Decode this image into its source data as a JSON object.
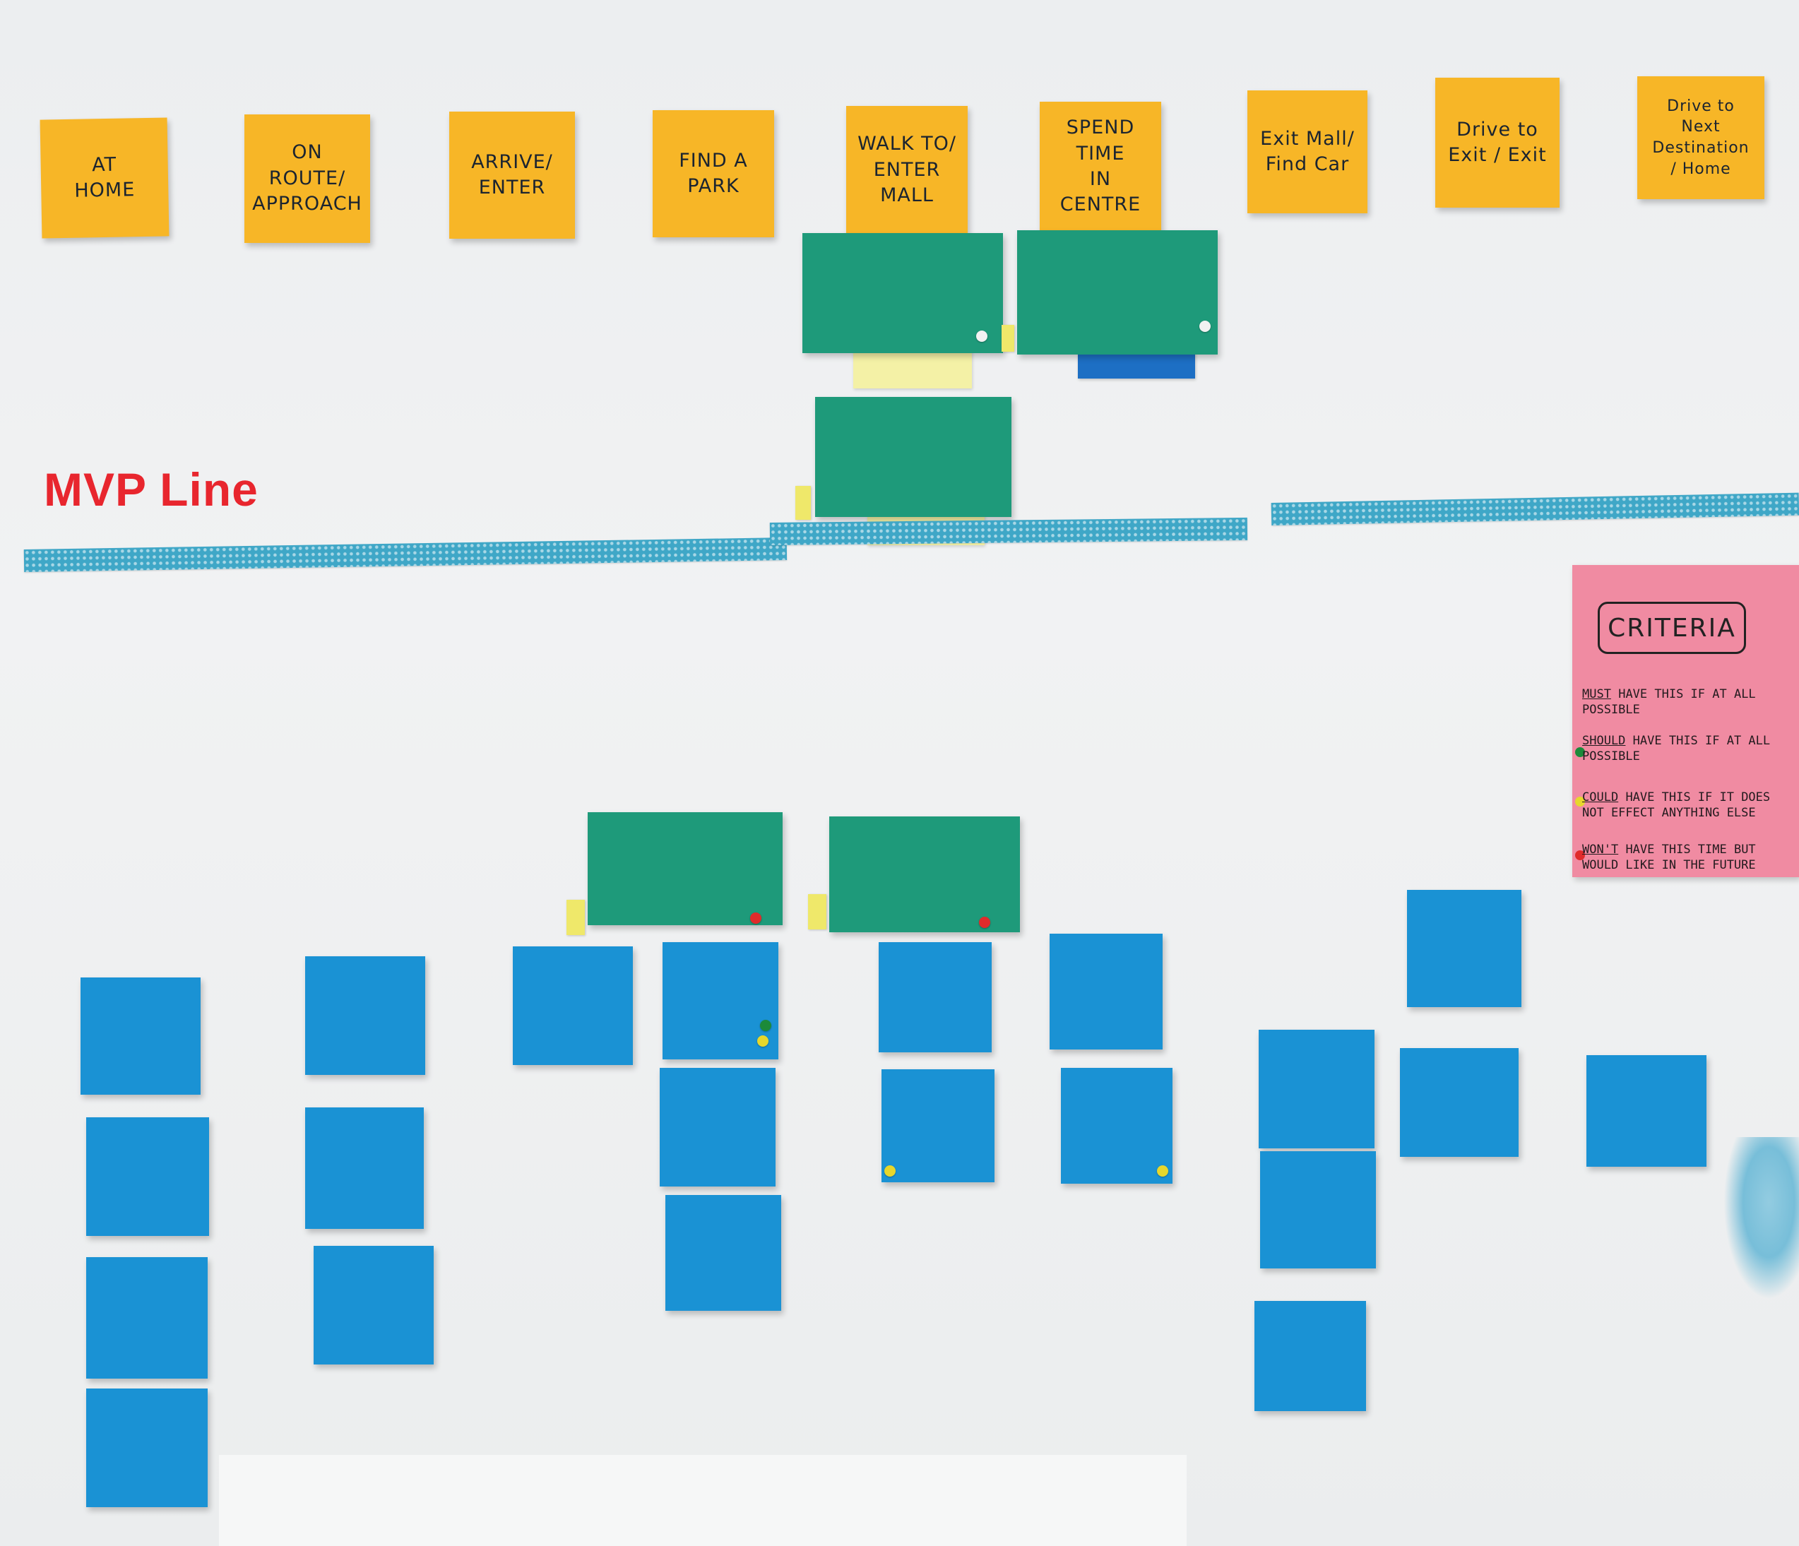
{
  "colors": {
    "stage_note": "#f7b627",
    "story_card": "#1e9a7a",
    "task_note": "#1a92d4",
    "criteria_card": "#f08ba2",
    "tape": "#3fa7c7",
    "mvp_label": "#e8262e"
  },
  "mvp_label": "MVP Line",
  "stages": [
    {
      "line1": "AT",
      "line2": "HOME"
    },
    {
      "line1": "ON ROUTE/",
      "line2": "APPROACH"
    },
    {
      "line1": "ARRIVE/",
      "line2": "ENTER"
    },
    {
      "line1": "FIND A",
      "line2": "PARK"
    },
    {
      "line1": "WALK TO/",
      "line2": "ENTER MALL"
    },
    {
      "line1": "SPEND TIME",
      "line2": "IN CENTRE"
    },
    {
      "line1": "Exit Mall/",
      "line2": "Find Car"
    },
    {
      "line1": "Drive to",
      "line2": "Exit / Exit"
    },
    {
      "line1": "Drive to",
      "line2": "Next Destination / Home"
    }
  ],
  "criteria": {
    "title": "CRITERIA",
    "rows": [
      {
        "key": "MUST",
        "text": "HAVE THIS IF AT ALL POSSIBLE"
      },
      {
        "key": "SHOULD",
        "text": "HAVE THIS IF AT ALL POSSIBLE"
      },
      {
        "key": "COULD",
        "text": "HAVE THIS IF IT DOES NOT EFFECT ANYTHING ELSE"
      },
      {
        "key": "WON'T",
        "text": "HAVE THIS TIME BUT WOULD LIKE IN THE FUTURE"
      }
    ]
  }
}
